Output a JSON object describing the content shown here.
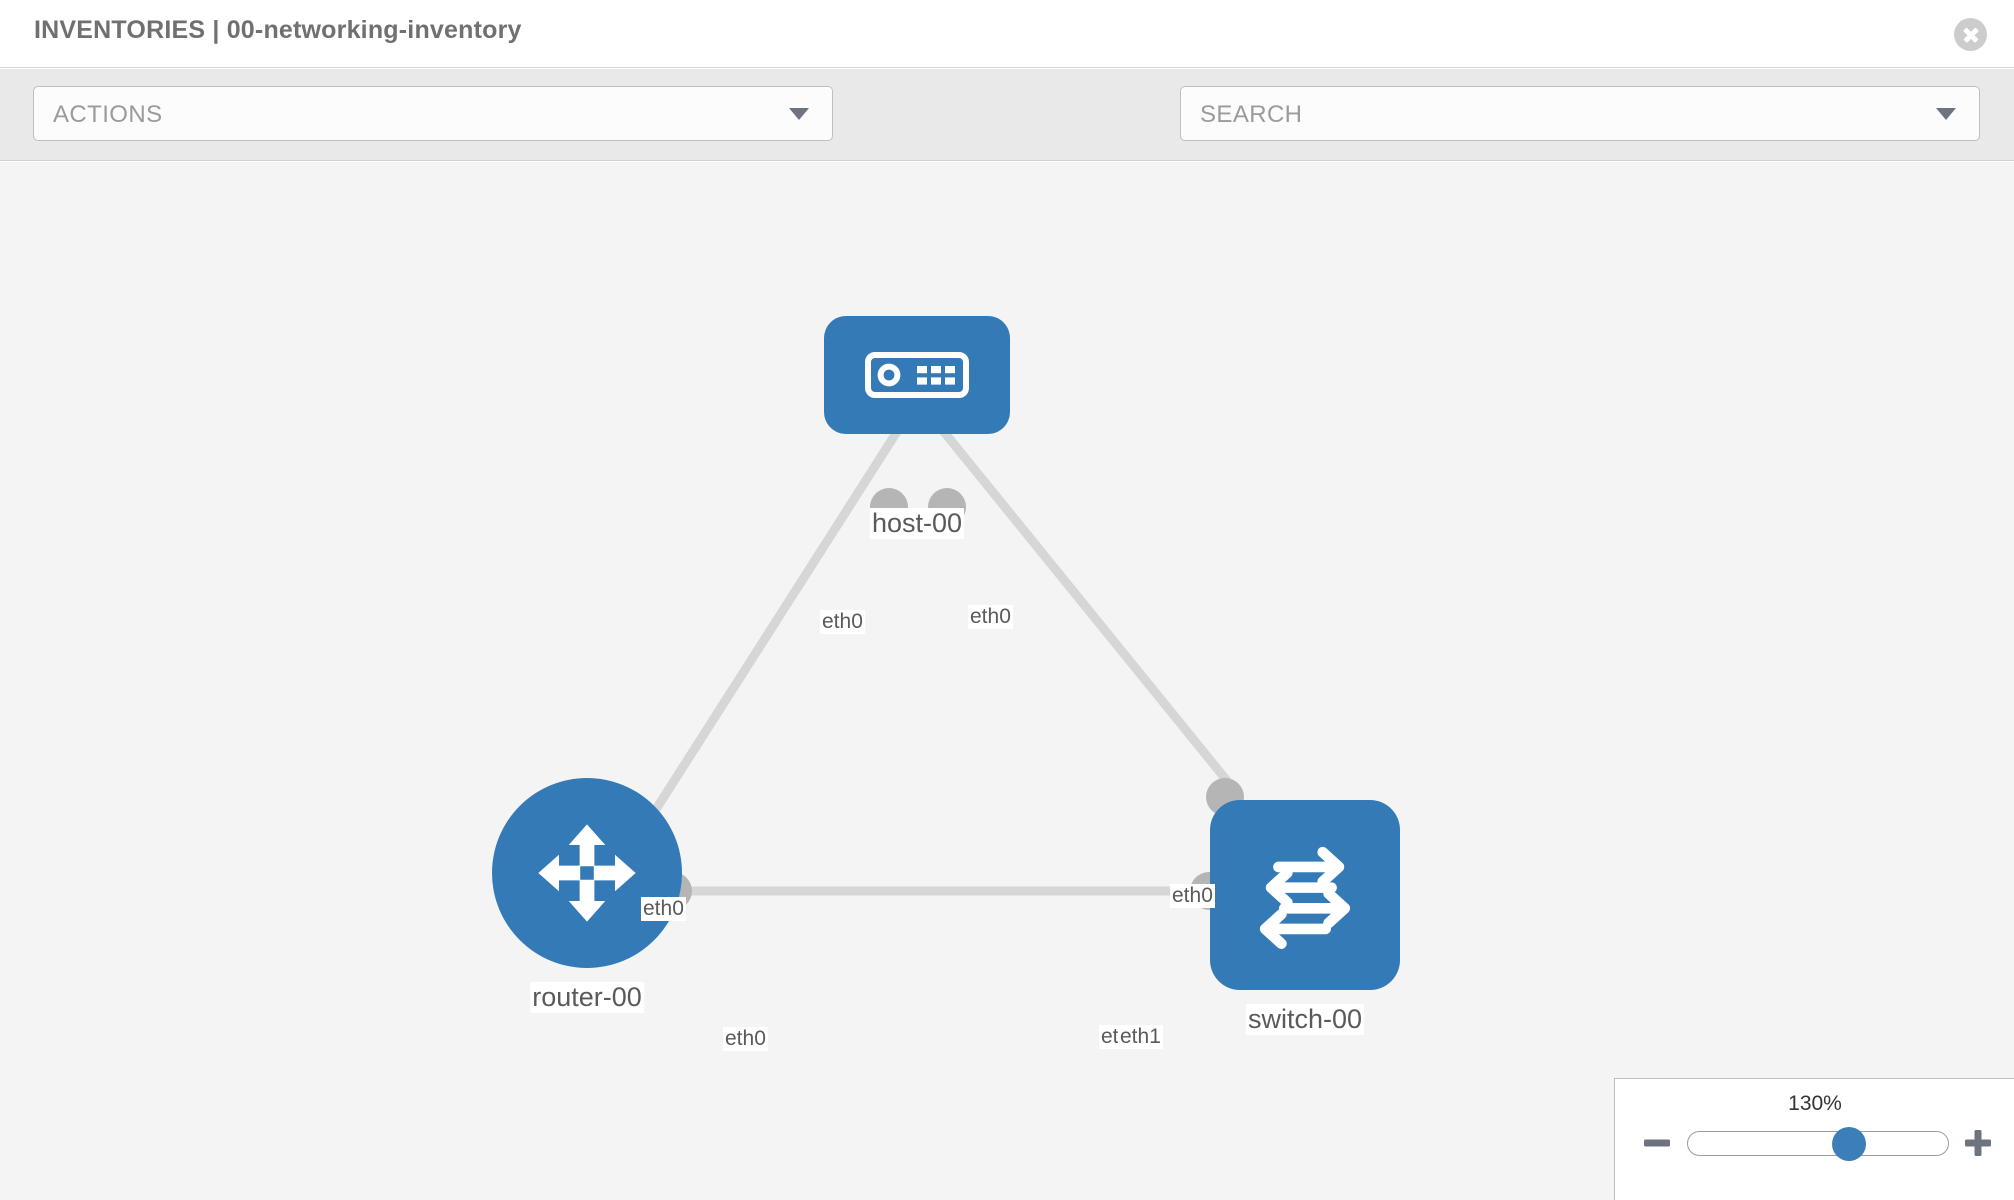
{
  "header": {
    "title": "INVENTORIES | 00-networking-inventory",
    "close_icon": "close-circle-icon"
  },
  "toolbar": {
    "actions_label": "ACTIONS",
    "actions_caret_icon": "chevron-down-icon",
    "wrench_icon": "wrench-icon",
    "key_icon": "key-icon",
    "search_placeholder": "SEARCH",
    "search_caret_icon": "chevron-down-icon"
  },
  "topology": {
    "nodes": [
      {
        "id": "host-00",
        "label": "host-00",
        "type": "host",
        "icon": "server-appliance-icon",
        "color": "#337ab7",
        "shape": "rounded-square"
      },
      {
        "id": "router-00",
        "label": "router-00",
        "type": "router",
        "icon": "router-arrows-icon",
        "color": "#337ab7",
        "shape": "circle"
      },
      {
        "id": "switch-00",
        "label": "switch-00",
        "type": "switch",
        "icon": "switch-arrows-icon",
        "color": "#337ab7",
        "shape": "rounded-square"
      }
    ],
    "edges": [
      {
        "from": "router-00",
        "to": "host-00",
        "from_label": "eth0",
        "to_label": "eth0"
      },
      {
        "from": "host-00",
        "to": "switch-00",
        "from_label": "eth0",
        "to_label": "eth0"
      },
      {
        "from": "router-00",
        "to": "switch-00",
        "from_label": "eth0",
        "to_label_a": "eth0",
        "to_label_b": "eth1"
      }
    ],
    "interface_labels": {
      "host_left": "eth0",
      "host_right": "eth0",
      "router_up": "eth0",
      "switch_up": "eth0",
      "router_right": "eth0",
      "switch_left_a": "eth0",
      "switch_left_b": "eth1"
    }
  },
  "zoom_control": {
    "level": "130%",
    "minus_icon": "minus-icon",
    "plus_icon": "plus-icon",
    "slider_position_percent": 62
  }
}
